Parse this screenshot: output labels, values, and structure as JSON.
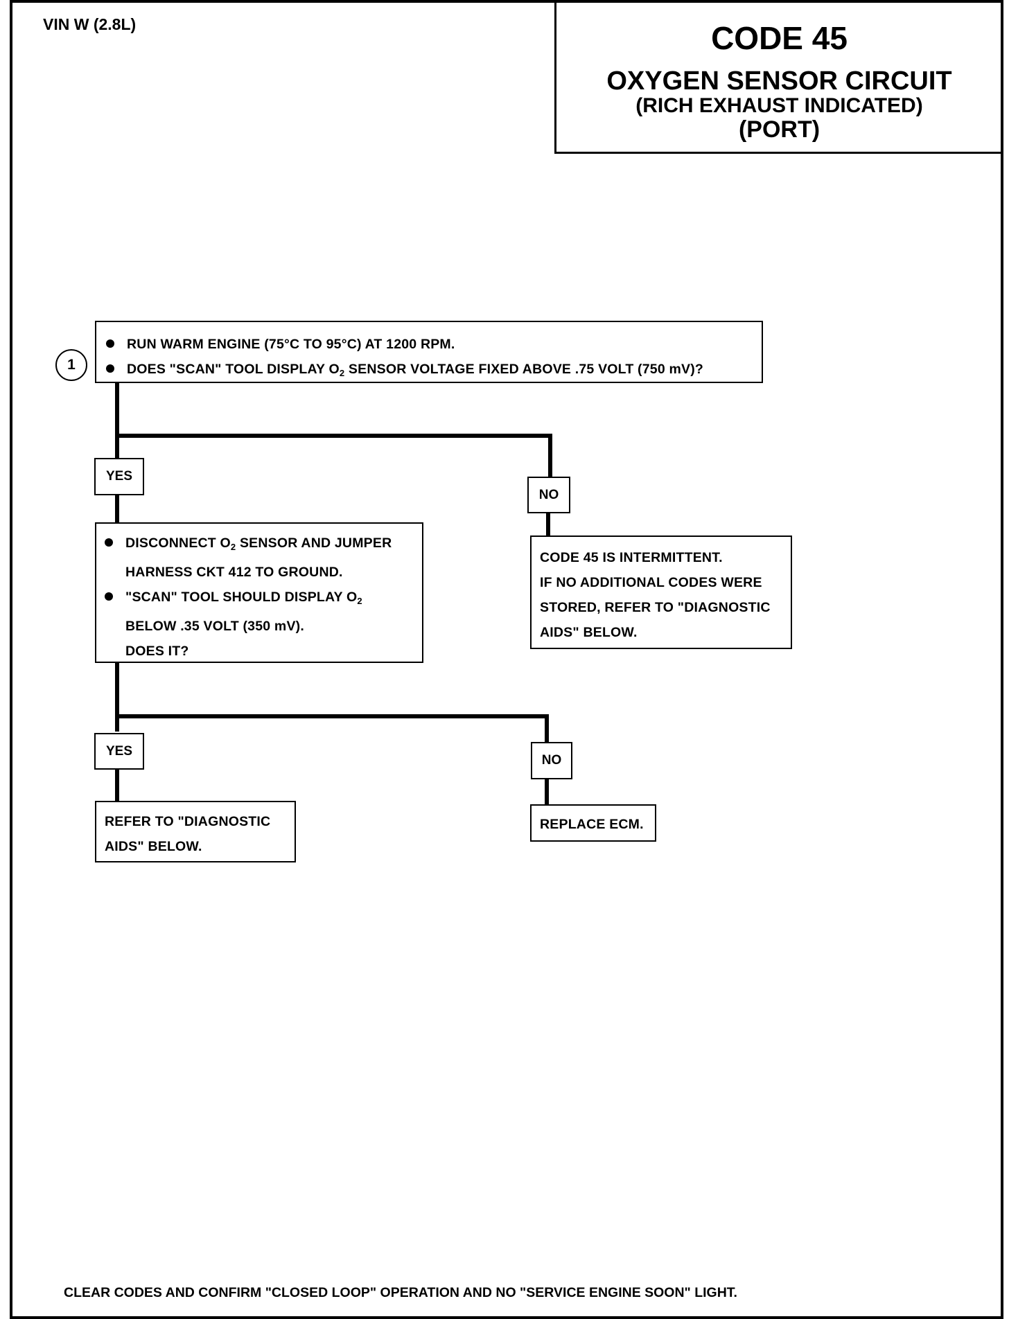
{
  "vin": "VIN W (2.8L)",
  "title": {
    "code": "CODE 45",
    "line1": "OXYGEN SENSOR CIRCUIT",
    "line2": "(RICH EXHAUST INDICATED)",
    "line3": "(PORT)"
  },
  "step_marker": "1",
  "step1": {
    "bullet1": "RUN WARM ENGINE  (75°C TO 95°C) AT 1200 RPM.",
    "bullet2_pre": "DOES \"SCAN\" TOOL DISPLAY O",
    "bullet2_sub": "2",
    "bullet2_post": " SENSOR  VOLTAGE FIXED ABOVE .75 VOLT  (750 mV)?"
  },
  "branch1": {
    "yes": "YES",
    "no": "NO"
  },
  "step2": {
    "line1_pre": "DISCONNECT O",
    "line1_sub": "2",
    "line1_post": " SENSOR AND JUMPER",
    "line2": "HARNESS CKT 412 TO GROUND.",
    "line3_pre": "\"SCAN\" TOOL SHOULD DISPLAY O",
    "line3_sub": "2",
    "line4": "BELOW .35 VOLT  (350 mV).",
    "line5": "DOES IT?"
  },
  "intermittent": {
    "line1": "CODE 45 IS INTERMITTENT.",
    "line2": "IF NO ADDITIONAL CODES WERE",
    "line3": "STORED, REFER TO  \"DIAGNOSTIC",
    "line4": "AIDS\"  BELOW."
  },
  "branch2": {
    "yes": "YES",
    "no": "NO"
  },
  "refer": {
    "line1": "REFER TO  \"DIAGNOSTIC",
    "line2": "AIDS\"  BELOW."
  },
  "replace": "REPLACE ECM.",
  "footer": "CLEAR CODES AND CONFIRM \"CLOSED LOOP\"  OPERATION AND NO \"SERVICE ENGINE SOON\" LIGHT."
}
